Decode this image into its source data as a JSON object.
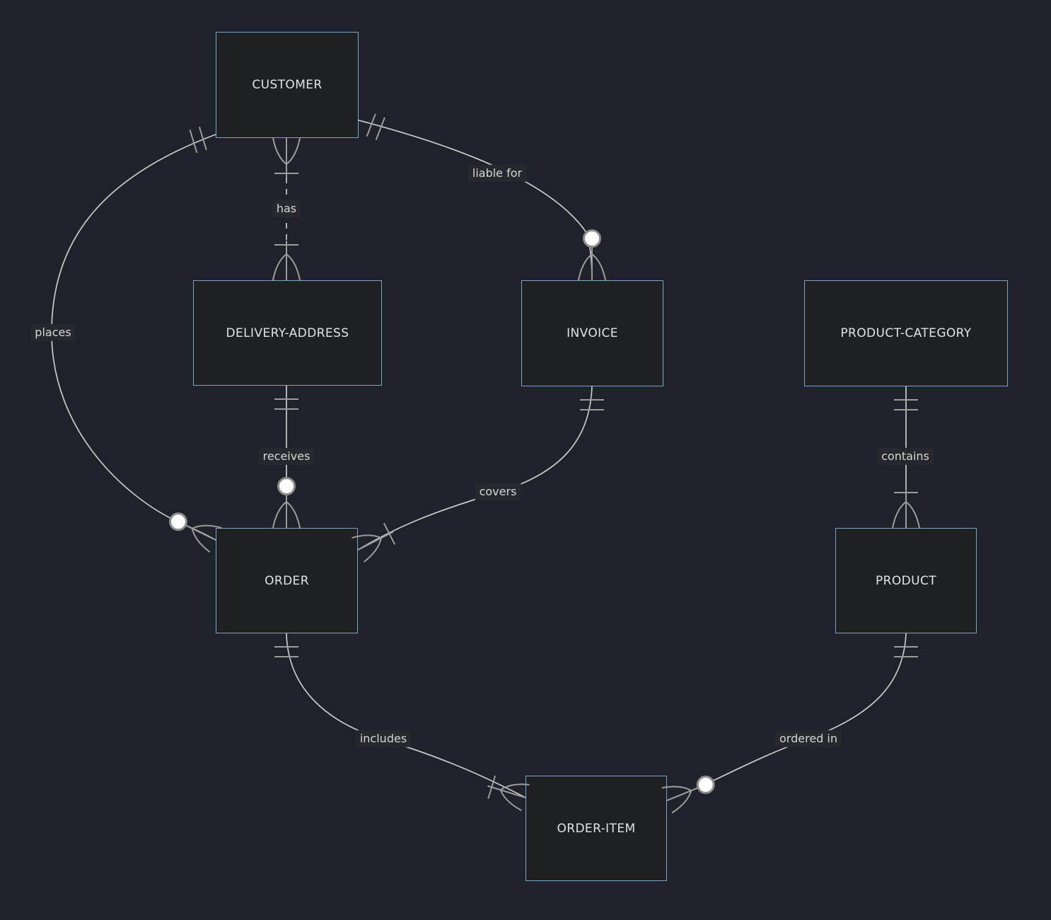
{
  "diagram": {
    "type": "entity-relationship",
    "notation": "crows-foot",
    "entities": [
      {
        "id": "CUSTOMER",
        "label": "CUSTOMER"
      },
      {
        "id": "DELIVERY-ADDRESS",
        "label": "DELIVERY-ADDRESS"
      },
      {
        "id": "INVOICE",
        "label": "INVOICE"
      },
      {
        "id": "PRODUCT-CATEGORY",
        "label": "PRODUCT-CATEGORY"
      },
      {
        "id": "ORDER",
        "label": "ORDER"
      },
      {
        "id": "PRODUCT",
        "label": "PRODUCT"
      },
      {
        "id": "ORDER-ITEM",
        "label": "ORDER-ITEM"
      }
    ],
    "relationships": [
      {
        "from": "CUSTOMER",
        "to": "ORDER",
        "label": "places",
        "from_cardinality": "exactly-one",
        "to_cardinality": "zero-or-many",
        "line": "solid"
      },
      {
        "from": "CUSTOMER",
        "to": "DELIVERY-ADDRESS",
        "label": "has",
        "from_cardinality": "one-or-many",
        "to_cardinality": "one-or-many",
        "line": "dashed"
      },
      {
        "from": "CUSTOMER",
        "to": "INVOICE",
        "label": "liable for",
        "from_cardinality": "exactly-one",
        "to_cardinality": "zero-or-many",
        "line": "solid"
      },
      {
        "from": "DELIVERY-ADDRESS",
        "to": "ORDER",
        "label": "receives",
        "from_cardinality": "exactly-one",
        "to_cardinality": "zero-or-many",
        "line": "solid"
      },
      {
        "from": "INVOICE",
        "to": "ORDER",
        "label": "covers",
        "from_cardinality": "exactly-one",
        "to_cardinality": "one-or-many",
        "line": "solid"
      },
      {
        "from": "ORDER",
        "to": "ORDER-ITEM",
        "label": "includes",
        "from_cardinality": "exactly-one",
        "to_cardinality": "one-or-many",
        "line": "solid"
      },
      {
        "from": "PRODUCT-CATEGORY",
        "to": "PRODUCT",
        "label": "contains",
        "from_cardinality": "exactly-one",
        "to_cardinality": "one-or-many",
        "line": "solid"
      },
      {
        "from": "PRODUCT",
        "to": "ORDER-ITEM",
        "label": "ordered in",
        "from_cardinality": "exactly-one",
        "to_cardinality": "zero-or-many",
        "line": "solid"
      }
    ],
    "colors": {
      "background": "#20222b",
      "entity_fill": "#1f2022",
      "entity_border": "#7da3cb",
      "entity_text": "#e3e3e3",
      "relationship_line": "#c9cacc",
      "relationship_text": "#d6d6d6",
      "relationship_label_bg": "#26282e",
      "cardinality_marker": "#9c9c9c",
      "circle_fill": "#ffffff",
      "circle_stroke": "#8c8c8c"
    }
  }
}
